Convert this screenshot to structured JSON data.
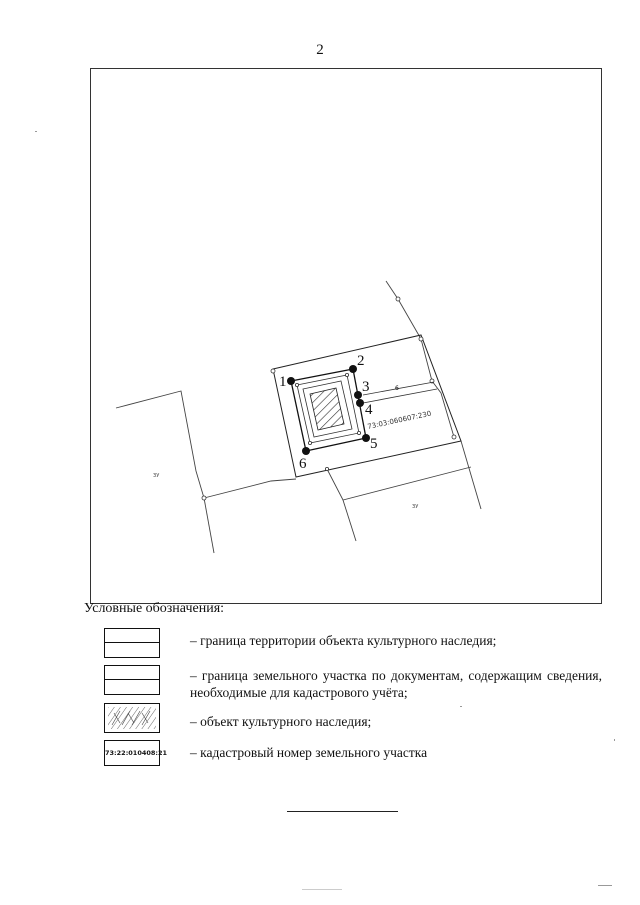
{
  "page_number": "2",
  "map": {
    "cadastral_number": "73:03:060607:230",
    "point_labels": [
      "1",
      "2",
      "3",
      "4",
      "5",
      "6"
    ],
    "segment_label": "6",
    "parcel_label_left": "ЗУ",
    "parcel_label_bottom": "ЗУ"
  },
  "legend": {
    "title": "Условные обозначения:",
    "items": [
      {
        "text": "– граница территории объекта культурного наследия;"
      },
      {
        "text": "– граница земельного участка по документам, содержащим сведения, необходимые для кадастрового учёта;"
      },
      {
        "text": "– объект культурного наследия;"
      },
      {
        "text": "– кадастровый номер земельного участка",
        "symbol_text": "73:22:010408:21"
      }
    ]
  }
}
